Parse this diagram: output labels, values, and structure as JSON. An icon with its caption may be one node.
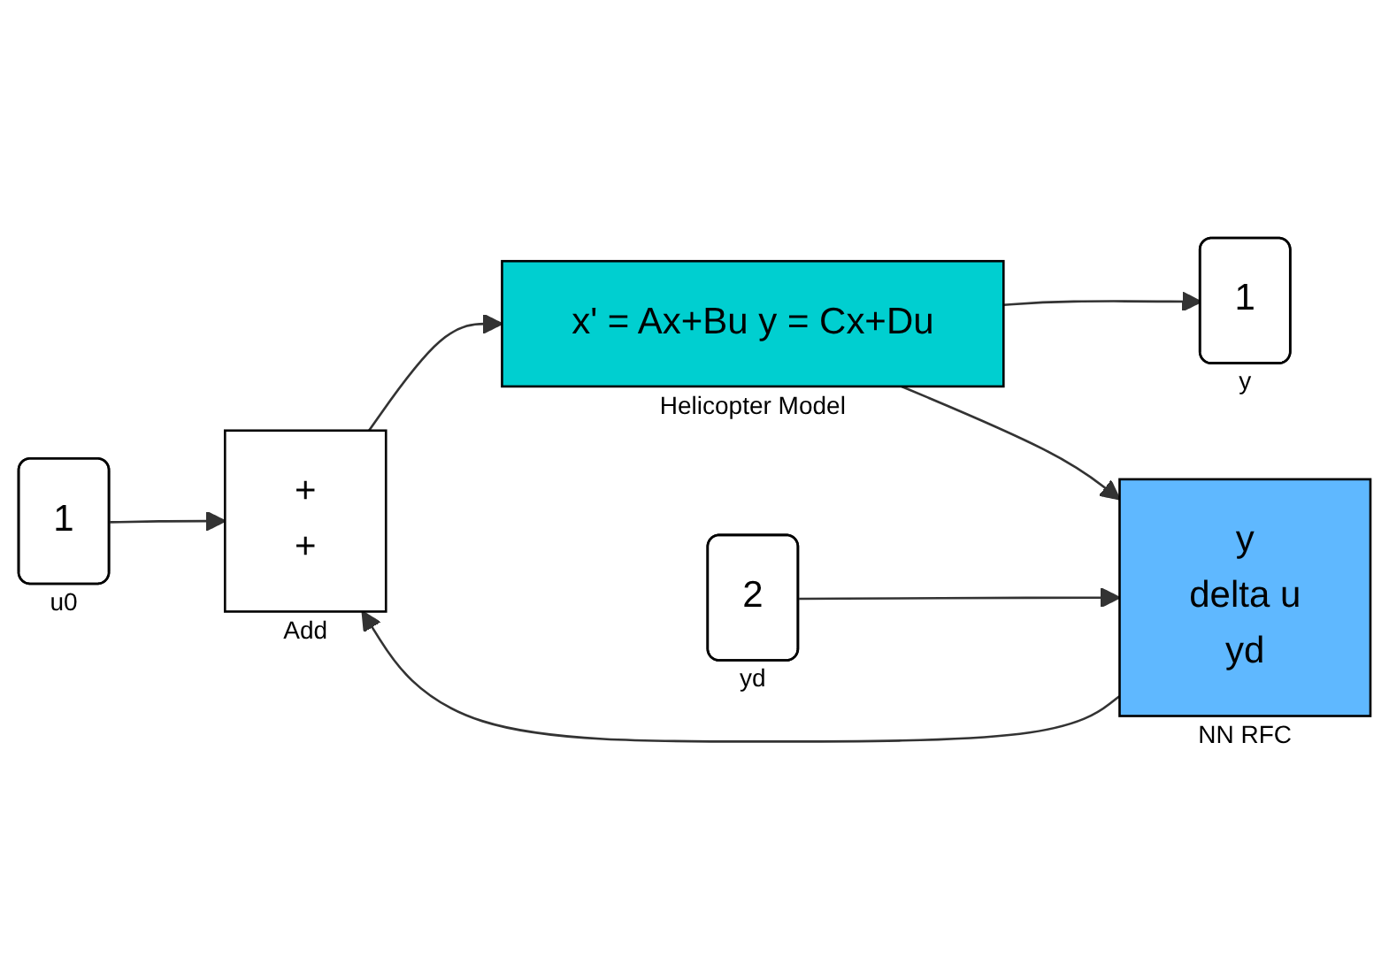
{
  "diagram": {
    "nodes": [
      {
        "text": [
          "1"
        ],
        "beside": [
          "u0"
        ]
      },
      {
        "text": [
          "+",
          "+"
        ],
        "beside": [
          "Add"
        ]
      },
      {
        "text": [
          "x' = Ax+Bu y = Cx+Du"
        ],
        "beside": [
          "Helicopter Model"
        ]
      },
      {
        "text": [
          "1"
        ],
        "beside": [
          "y"
        ]
      },
      {
        "text": [
          "y",
          "delta u",
          "yd"
        ],
        "beside": [
          "NN RFC"
        ]
      },
      {
        "text": [
          "2"
        ],
        "beside": [
          "yd"
        ]
      }
    ],
    "edges": [
      {
        "from": 0,
        "to": 1,
        "arrow": "to"
      },
      {
        "from": 4,
        "to": 1,
        "arrow": "to"
      },
      {
        "from": 1,
        "to": 2,
        "arrow": "to"
      },
      {
        "from": 2,
        "to": 3,
        "arrow": "to"
      },
      {
        "from": 2,
        "to": 4,
        "arrow": "to"
      },
      {
        "from": 5,
        "to": 4,
        "arrow": "to"
      }
    ]
  }
}
